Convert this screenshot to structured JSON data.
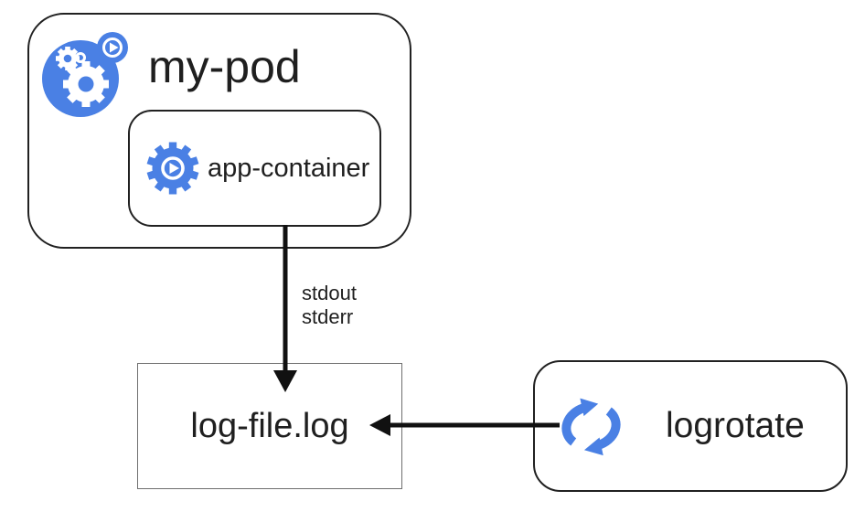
{
  "diagram": {
    "pod": {
      "label": "my-pod",
      "icon": "kubernetes-pod-icon"
    },
    "app_container": {
      "label": "app-container",
      "icon": "gear-play-icon"
    },
    "stdout_stderr": {
      "line1": "stdout",
      "line2": "stderr"
    },
    "log_file": {
      "label": "log-file.log"
    },
    "logrotate": {
      "label": "logrotate",
      "icon": "rotate-sync-icon"
    },
    "edges": [
      {
        "from": "app-container",
        "to": "log-file.log",
        "label": "stdout stderr",
        "direction": "down"
      },
      {
        "from": "logrotate",
        "to": "log-file.log",
        "label": "",
        "direction": "left"
      }
    ],
    "colors": {
      "icon_blue": "#4a80e4",
      "box_border": "#212121",
      "log_file_border": "#6f6f6f",
      "arrow": "#111111",
      "text": "#1f1f1f",
      "background": "#ffffff"
    }
  }
}
